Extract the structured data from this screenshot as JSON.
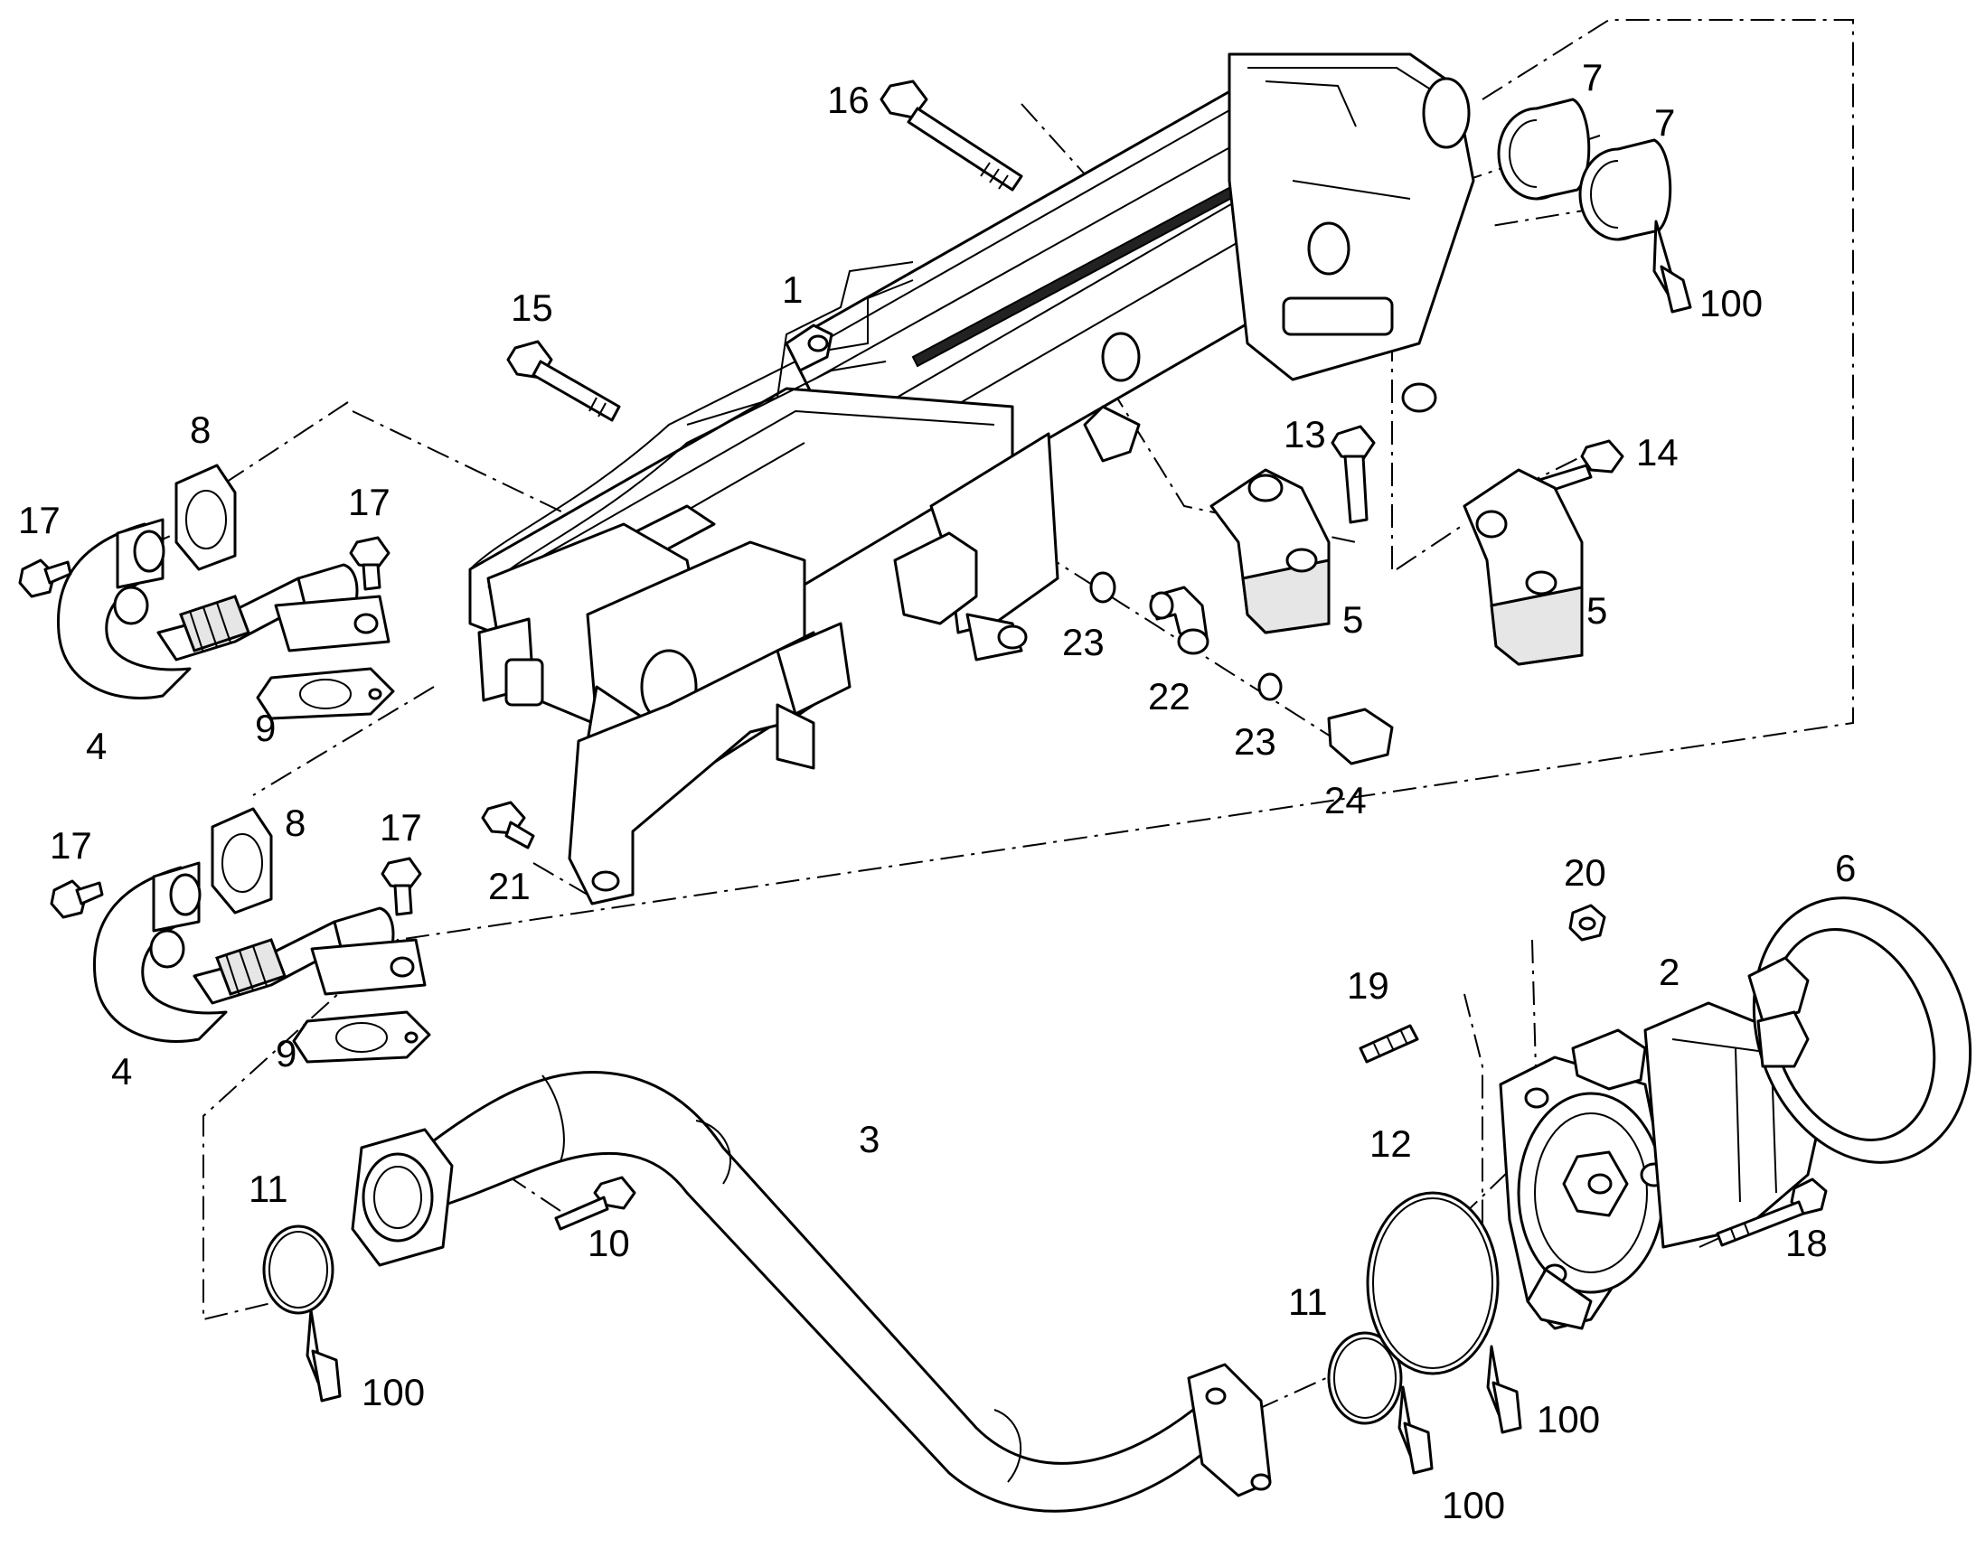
{
  "colors": {
    "line": "#000000",
    "background": "#ffffff",
    "shade": "#e6e6e6"
  },
  "callouts": {
    "c1": "1",
    "c2": "2",
    "c3": "3",
    "c4a": "4",
    "c4b": "4",
    "c5a": "5",
    "c5b": "5",
    "c6": "6",
    "c7a": "7",
    "c7b": "7",
    "c8a": "8",
    "c8b": "8",
    "c9a": "9",
    "c9b": "9",
    "c10": "10",
    "c11a": "11",
    "c11b": "11",
    "c12": "12",
    "c13": "13",
    "c14": "14",
    "c15": "15",
    "c16": "16",
    "c17a": "17",
    "c17b": "17",
    "c17c": "17",
    "c17d": "17",
    "c18": "18",
    "c19": "19",
    "c20": "20",
    "c21": "21",
    "c22": "22",
    "c23a": "23",
    "c23b": "23",
    "c24": "24",
    "c100a": "100",
    "c100b": "100",
    "c100c": "100",
    "c100d": "100"
  }
}
